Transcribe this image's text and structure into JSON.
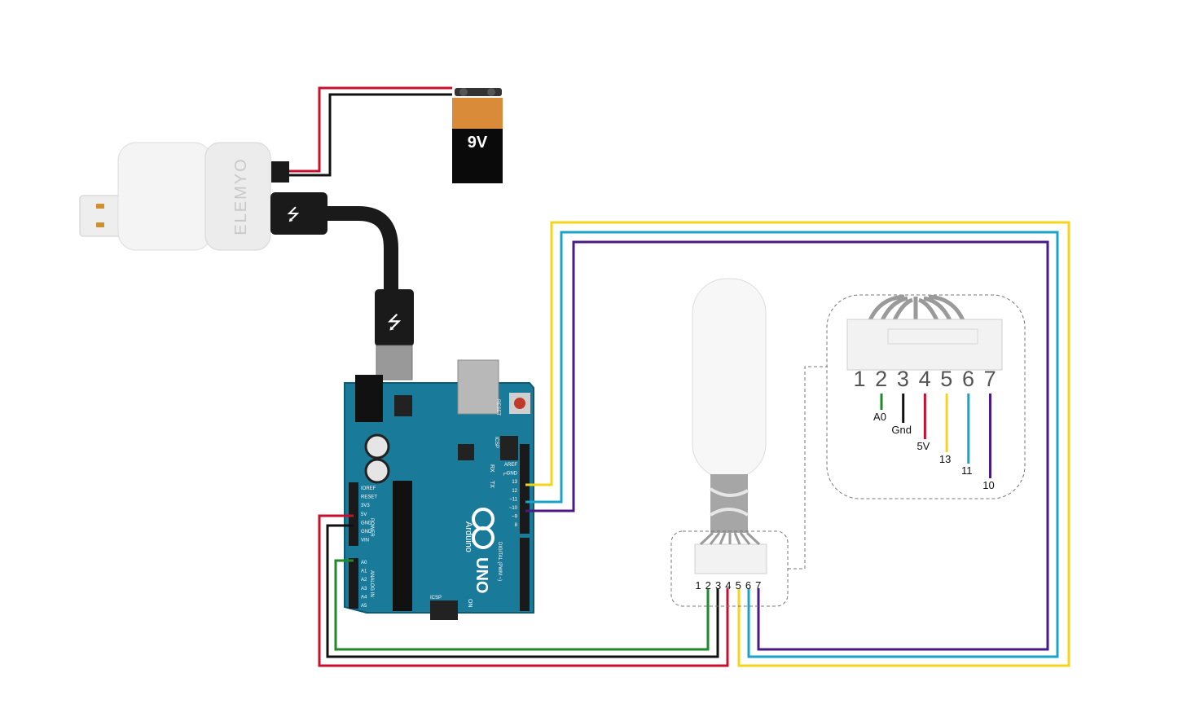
{
  "battery": {
    "label": "9V"
  },
  "dongle": {
    "brand": "ELEMYO"
  },
  "arduino": {
    "logo_text": "Arduino",
    "model": "UNO",
    "header_labels": [
      "AREF",
      "GND",
      "13",
      "12",
      "~11",
      "~10",
      "~9",
      "8"
    ],
    "power_labels": [
      "IOREF",
      "RESET",
      "3V3",
      "5V",
      "GND",
      "GND",
      "VIN"
    ],
    "analog_labels": [
      "A0",
      "A1",
      "A2",
      "A3",
      "A4",
      "A5"
    ],
    "power_group": "POWER",
    "analog_group": "ANALOG IN",
    "digital_group": "DIGITAL (PWM ~)",
    "icsp_label": "ICSP",
    "icsp2_label": "ICSP",
    "reset_label": "RESET",
    "tx_label": "TX",
    "rx_label": "RX",
    "l_label": "L",
    "on_label": "ON"
  },
  "sensor_connector": {
    "pin_numbers": [
      "1",
      "2",
      "3",
      "4",
      "5",
      "6",
      "7"
    ]
  },
  "pinout_detail": {
    "pin_numbers": [
      "1",
      "2",
      "3",
      "4",
      "5",
      "6",
      "7"
    ],
    "assignments": [
      "A0",
      "Gnd",
      "5V",
      "13",
      "11",
      "10"
    ]
  },
  "colors": {
    "green": "#1e8a2a",
    "black": "#111111",
    "red": "#c8102e",
    "yellow": "#f7d417",
    "cyan": "#1aa3c9",
    "purple": "#4b1a86",
    "board": "#1a7a9a",
    "battery_top": "#d98b3a"
  }
}
